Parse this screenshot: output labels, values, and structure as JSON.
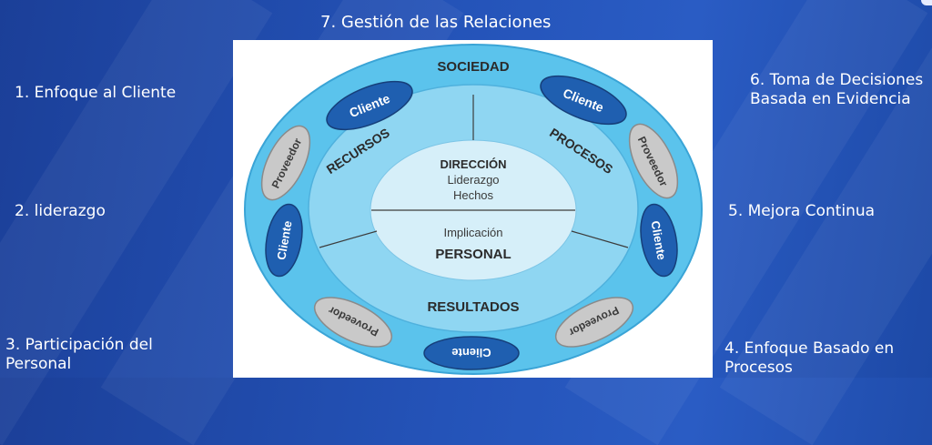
{
  "title": "7. Gestión de las Relaciones",
  "principles": {
    "p1": "1. Enfoque al Cliente",
    "p2": "2. liderazgo",
    "p3": "3. Participación del Personal",
    "p4": "4. Enfoque Basado en Procesos",
    "p5": "5. Mejora Continua",
    "p6": "6. Toma de Decisiones Basada en Evidencia"
  },
  "diagram": {
    "sociedad": "SOCIEDAD",
    "recursos": "RECURSOS",
    "procesos": "PROCESOS",
    "resultados": "RESULTADOS",
    "direccion": "DIRECCIÓN",
    "liderazgo": "Liderazgo",
    "hechos": "Hechos",
    "implicacion": "Implicación",
    "personal": "PERSONAL",
    "cliente": "Cliente",
    "proveedor": "Proveedor"
  },
  "colors": {
    "outer_ring": "#5bc3ec",
    "middle_ring": "#8fd6f2",
    "inner_circle": "#d6eff9",
    "cliente_pill": "#1f5fb0",
    "proveedor_pill": "#c9c9c9",
    "text_dark": "#2b2b2b"
  }
}
